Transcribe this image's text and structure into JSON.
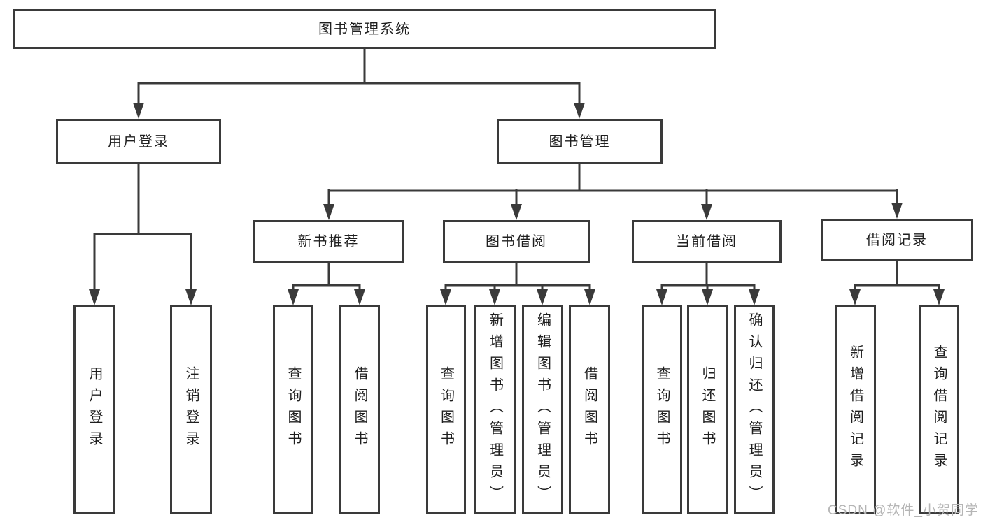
{
  "diagram": {
    "root": {
      "label": "图书管理系统"
    },
    "userLogin": {
      "label": "用户登录",
      "children": [
        "用户登录",
        "注销登录"
      ]
    },
    "bookMgmt": {
      "label": "图书管理"
    },
    "newBooks": {
      "label": "新书推荐",
      "children": [
        "查询图书",
        "借阅图书"
      ]
    },
    "bookBorrow": {
      "label": "图书借阅",
      "children": [
        "查询图书",
        "新增图书（管理员）",
        "编辑图书（管理员）",
        "借阅图书"
      ]
    },
    "currentBorrow": {
      "label": "当前借阅",
      "children": [
        "查询图书",
        "归还图书",
        "确认归还（管理员）"
      ]
    },
    "borrowRecords": {
      "label": "借阅记录",
      "children": [
        "新增借阅记录",
        "查询借阅记录"
      ]
    }
  },
  "watermark": "CSDN @软件_小贺同学",
  "colors": {
    "line": "#3a3a3a",
    "text": "#1f1f1f",
    "watermark": "#b5b5b5",
    "background": "#ffffff"
  }
}
